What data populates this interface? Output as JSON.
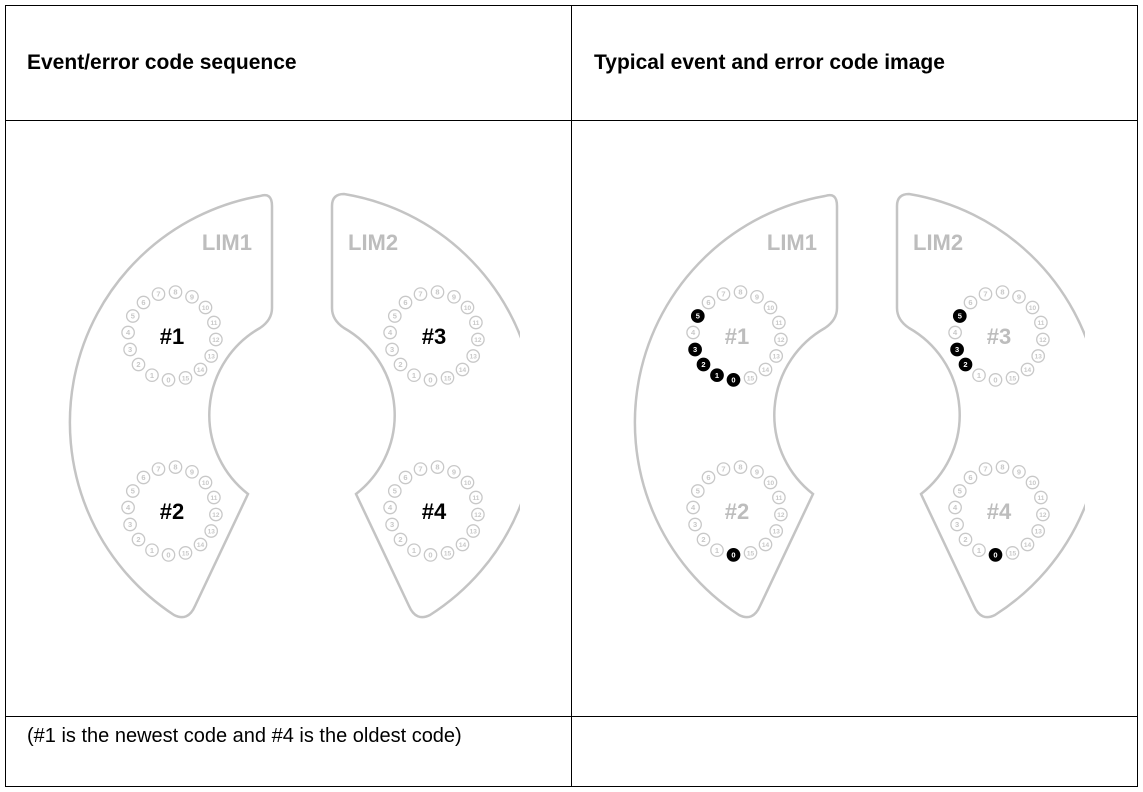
{
  "table": {
    "headers": [
      "Event/error code sequence",
      "Typical event and error code image"
    ],
    "footer_note": "(#1 is the newest code and #4 is the oldest code)",
    "footer_right": ""
  },
  "panels": [
    {
      "lim_labels": [
        "LIM1",
        "LIM2"
      ],
      "rings": [
        {
          "label": "#1",
          "label_dark": true,
          "active": []
        },
        {
          "label": "#2",
          "label_dark": true,
          "active": []
        },
        {
          "label": "#3",
          "label_dark": true,
          "active": []
        },
        {
          "label": "#4",
          "label_dark": true,
          "active": []
        }
      ]
    },
    {
      "lim_labels": [
        "LIM1",
        "LIM2"
      ],
      "rings": [
        {
          "label": "#1",
          "label_dark": false,
          "active": [
            0,
            1,
            2,
            3,
            5
          ]
        },
        {
          "label": "#2",
          "label_dark": false,
          "active": [
            0
          ]
        },
        {
          "label": "#3",
          "label_dark": false,
          "active": [
            2,
            3,
            5
          ]
        },
        {
          "label": "#4",
          "label_dark": false,
          "active": [
            0
          ]
        }
      ]
    }
  ],
  "colors": {
    "outline": "#c4c4c4",
    "inactive": "#c8c8c8",
    "active": "#000000",
    "lim_text": "#bdbdbd"
  }
}
